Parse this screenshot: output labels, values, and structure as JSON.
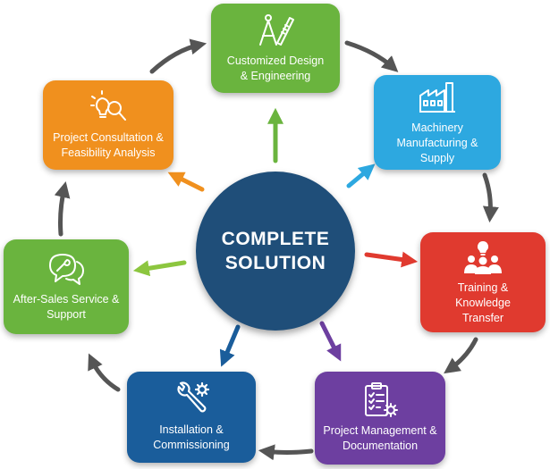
{
  "center": {
    "line1": "COMPLETE",
    "line2": "SOLUTION"
  },
  "nodes": [
    {
      "id": "design",
      "lines": [
        "Customized Design",
        "& Engineering"
      ],
      "color": "#6ab43e",
      "icon": "compass-ruler-icon"
    },
    {
      "id": "manufacturing",
      "lines": [
        "Machinery",
        "Manufacturing &",
        "Supply"
      ],
      "color": "#2da8e0",
      "icon": "factory-icon"
    },
    {
      "id": "training",
      "lines": [
        "Training &",
        "Knowledge",
        "Transfer"
      ],
      "color": "#e03a2f",
      "icon": "people-lightbulb-icon"
    },
    {
      "id": "project-management",
      "lines": [
        "Project Management &",
        "Documentation"
      ],
      "color": "#6d3fa0",
      "icon": "clipboard-gear-icon"
    },
    {
      "id": "installation",
      "lines": [
        "Installation &",
        "Commissioning"
      ],
      "color": "#1a5d9b",
      "icon": "wrench-gear-icon"
    },
    {
      "id": "after-sales",
      "lines": [
        "After-Sales Service &",
        "Support"
      ],
      "color": "#6ab43e",
      "icon": "speech-wrench-icon"
    },
    {
      "id": "consultation",
      "lines": [
        "Project Consultation &",
        "Feasibility Analysis"
      ],
      "color": "#f0901e",
      "icon": "lightbulb-magnifier-icon"
    }
  ],
  "colors": {
    "center": "#1f4e79",
    "cycle_arrow": "#555555",
    "spoke_design": "#6ab43e",
    "spoke_manufacturing": "#2da8e0",
    "spoke_training": "#e03a2f",
    "spoke_project_management": "#6d3fa0",
    "spoke_installation": "#1a5d9b",
    "spoke_after_sales": "#8cc63f",
    "spoke_consultation": "#f0901e"
  }
}
